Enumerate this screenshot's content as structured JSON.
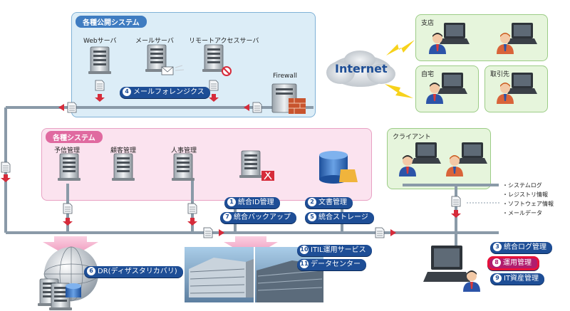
{
  "colors": {
    "accent": "#1e4e96",
    "network_line": "#8a9aa8",
    "highlight": "#e8123a",
    "public_panel": "#dcedf7",
    "system_panel": "#fbe3ef",
    "client_panel": "#e6f5dc"
  },
  "public": {
    "title": "各種公開システム",
    "web": "Webサーバ",
    "mail": "メールサーバ",
    "remote": "リモートアクセスサーバ",
    "firewall": "Firewall",
    "forensics": {
      "num": "4",
      "label": "メールフォレンジクス"
    }
  },
  "internet": "Internet",
  "remote_sites": {
    "branch": "支店",
    "home": "自宅",
    "partner": "取引先"
  },
  "systems": {
    "title": "各種システム",
    "credit": "予信管理",
    "customer": "顧客管理",
    "hr": "人事管理",
    "id_mgmt": {
      "num": "1",
      "label": "統合ID管理"
    },
    "backup": {
      "num": "7",
      "label": "統合バックアップ"
    },
    "doc_mgmt": {
      "num": "2",
      "label": "文書管理"
    },
    "storage": {
      "num": "5",
      "label": "統合ストレージ"
    }
  },
  "client": {
    "title": "クライアント",
    "info": [
      "・システムログ",
      "・レジストリ情報",
      "・ソフトウェア情報",
      "・メールデータ"
    ]
  },
  "bottom": {
    "dr": {
      "num": "6",
      "label": "DR(ディザスタリカバリ)"
    },
    "itil": {
      "num": "10",
      "label": "ITIL運用サービス"
    },
    "datacenter": {
      "num": "11",
      "label": "データセンター"
    },
    "log_mgmt": {
      "num": "3",
      "label": "統合ログ管理"
    },
    "ops_mgmt": {
      "num": "8",
      "label": "運用管理"
    },
    "asset_mgmt": {
      "num": "9",
      "label": "IT資産管理"
    }
  }
}
